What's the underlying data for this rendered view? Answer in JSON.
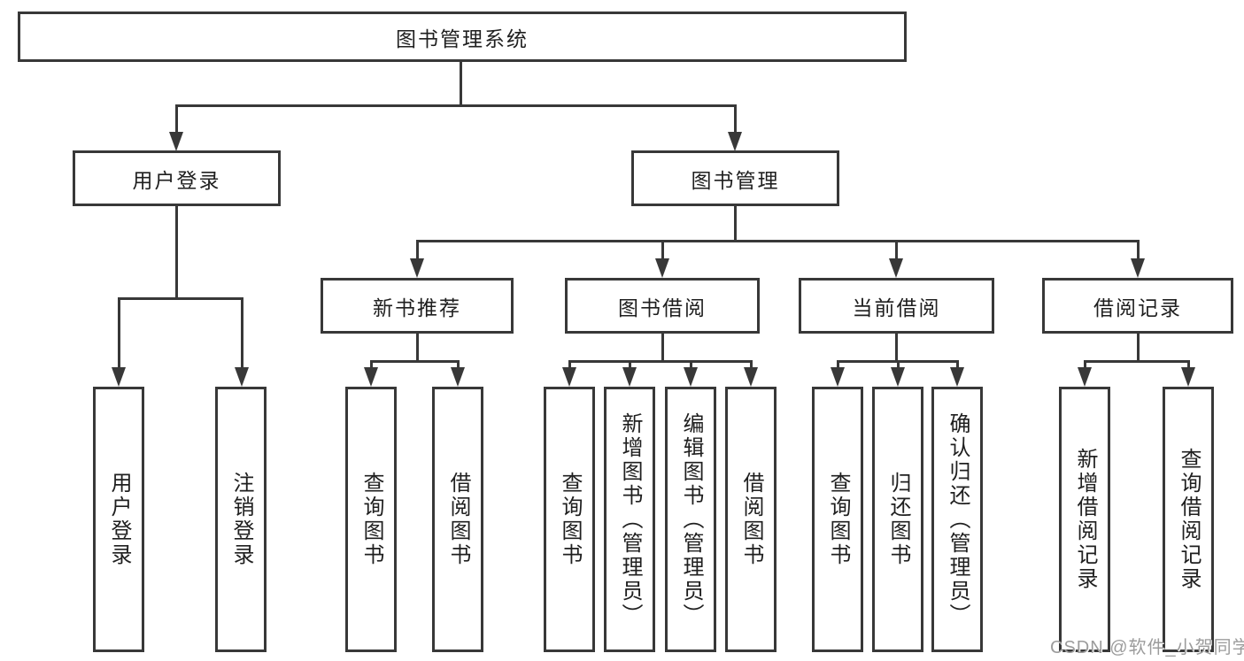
{
  "diagram_title": "图书管理系统",
  "colors": {
    "line": "#383838",
    "text": "#1f1f1f",
    "background": "#ffffff",
    "watermark": "#9c9c9c"
  },
  "tree": {
    "root": {
      "label": "图书管理系统",
      "children": [
        {
          "label": "用户登录",
          "children": [
            {
              "label": "用户登录"
            },
            {
              "label": "注销登录"
            }
          ]
        },
        {
          "label": "图书管理",
          "children": [
            {
              "label": "新书推荐",
              "children": [
                {
                  "label": "查询图书"
                },
                {
                  "label": "借阅图书"
                }
              ]
            },
            {
              "label": "图书借阅",
              "children": [
                {
                  "label": "查询图书"
                },
                {
                  "label": "新增图书（管理员）"
                },
                {
                  "label": "编辑图书（管理员）"
                },
                {
                  "label": "借阅图书"
                }
              ]
            },
            {
              "label": "当前借阅",
              "children": [
                {
                  "label": "查询图书"
                },
                {
                  "label": "归还图书"
                },
                {
                  "label": "确认归还（管理员）"
                }
              ]
            },
            {
              "label": "借阅记录",
              "children": [
                {
                  "label": "新增借阅记录"
                },
                {
                  "label": "查询借阅记录"
                }
              ]
            }
          ]
        }
      ]
    }
  },
  "watermark": "CSDN @软件_小贺同学"
}
